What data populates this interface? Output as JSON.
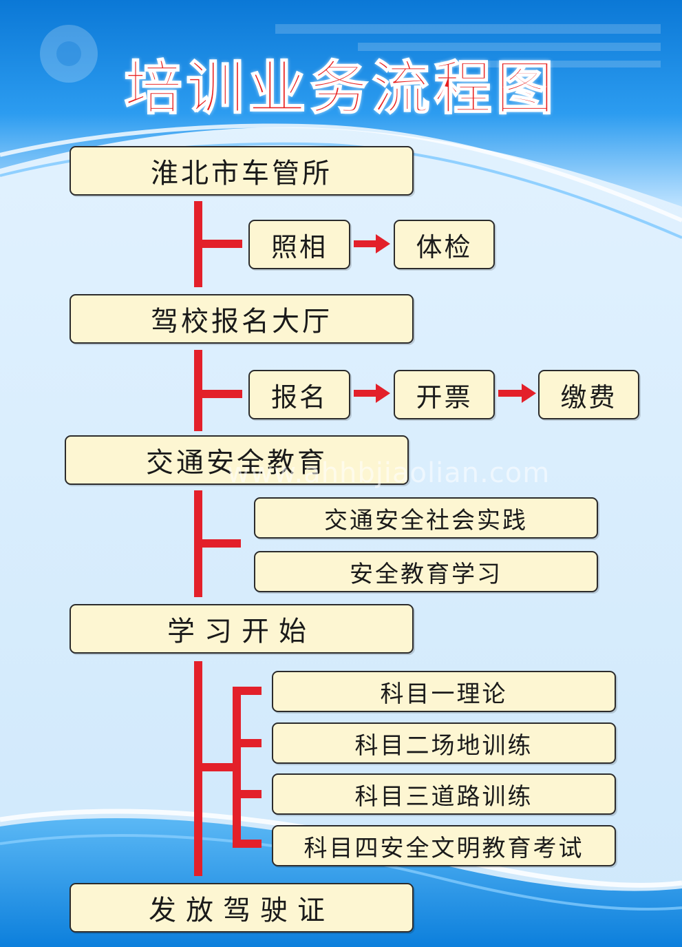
{
  "title": "培训业务流程图",
  "watermark": "www.ahhbjiaolian.com",
  "colors": {
    "title": "#e8201f",
    "connector": "#e3202a",
    "box_fill": "#fdf6d2",
    "box_border": "#2b2b2b",
    "bg_blue": "#1a8fe0"
  },
  "steps": {
    "s1": "淮北市车管所",
    "s1_sub": [
      "照相",
      "体检"
    ],
    "s2": "驾校报名大厅",
    "s2_sub": [
      "报名",
      "开票",
      "缴费"
    ],
    "s3": "交通安全教育",
    "s3_sub": [
      "交通安全社会实践",
      "安全教育学习"
    ],
    "s4": "学习开始",
    "s4_sub": [
      "科目一理论",
      "科目二场地训练",
      "科目三道路训练",
      "科目四安全文明教育考试"
    ],
    "s5": "发放驾驶证"
  }
}
